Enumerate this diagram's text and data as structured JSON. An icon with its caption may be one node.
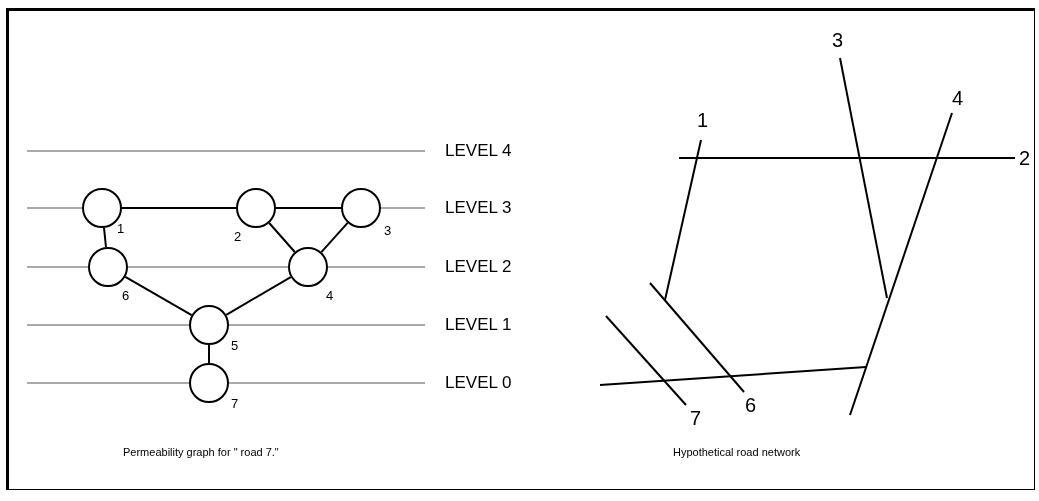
{
  "diagram": {
    "nodes": [
      {
        "text": [],
        "shape": "circle",
        "beside": [
          "1"
        ]
      },
      {
        "text": [],
        "shape": "circle",
        "beside": [
          "2"
        ]
      },
      {
        "text": [],
        "shape": "circle",
        "beside": [
          "3"
        ]
      },
      {
        "text": [],
        "shape": "circle",
        "beside": [
          "6"
        ]
      },
      {
        "text": [],
        "shape": "circle",
        "beside": [
          "4"
        ]
      },
      {
        "text": [],
        "shape": "circle",
        "beside": [
          "5"
        ]
      },
      {
        "text": [],
        "shape": "circle",
        "beside": [
          "7"
        ]
      }
    ],
    "edges": [
      {
        "from": 0,
        "to": 1,
        "arrow": "none"
      },
      {
        "from": 1,
        "to": 2,
        "arrow": "none"
      },
      {
        "from": 0,
        "to": 3,
        "arrow": "none"
      },
      {
        "from": 1,
        "to": 4,
        "arrow": "none"
      },
      {
        "from": 2,
        "to": 4,
        "arrow": "none"
      },
      {
        "from": 3,
        "to": 5,
        "arrow": "none"
      },
      {
        "from": 4,
        "to": 5,
        "arrow": "none"
      },
      {
        "from": 5,
        "to": 6,
        "arrow": "none"
      }
    ],
    "labels": [
      "LEVEL 4",
      "LEVEL 3",
      "LEVEL 2",
      "LEVEL 1",
      "LEVEL 0",
      "Permeability graph for \" road 7.\"",
      "3",
      "4",
      "1",
      "2",
      "6",
      "7",
      "Hypothetical road network"
    ]
  }
}
